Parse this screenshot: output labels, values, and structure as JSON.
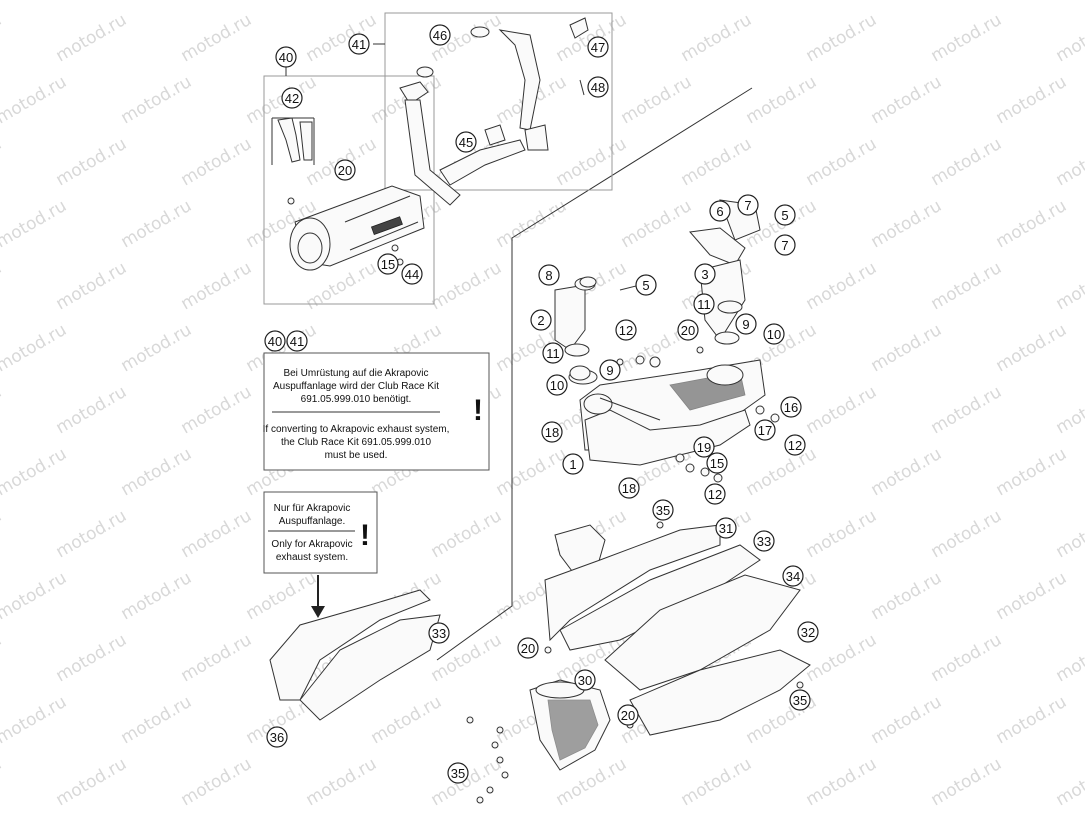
{
  "watermark": "motod.ru",
  "notes": {
    "club_race": {
      "refs": [
        "40",
        "41"
      ],
      "de": [
        "Bei Umrüstung auf die Akrapovic",
        "Auspuffanlage wird der Club Race Kit",
        "691.05.999.010 benötigt."
      ],
      "en": [
        "If converting to Akrapovic exhaust system,",
        "the Club Race Kit 691.05.999.010",
        "must be used."
      ],
      "symbol": "!"
    },
    "akrapovic_only": {
      "de": [
        "Nur für Akrapovic",
        "Auspuffanlage."
      ],
      "en": [
        "Only for Akrapovic",
        "exhaust system."
      ],
      "symbol": "!"
    }
  },
  "callouts": [
    "1",
    "2",
    "3",
    "5",
    "6",
    "7",
    "8",
    "9",
    "10",
    "11",
    "12",
    "15",
    "16",
    "17",
    "18",
    "19",
    "20",
    "30",
    "31",
    "32",
    "33",
    "34",
    "35",
    "36",
    "40",
    "41",
    "42",
    "44",
    "45",
    "46",
    "47",
    "48"
  ]
}
